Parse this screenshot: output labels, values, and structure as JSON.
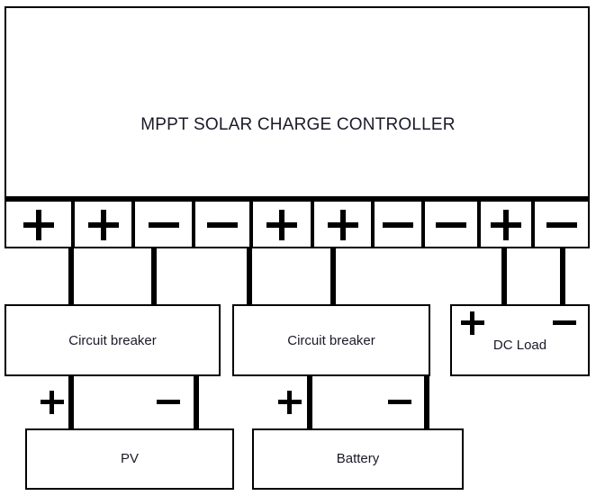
{
  "diagram": {
    "title": "MPPT SOLAR CHARGE CONTROLLER",
    "controller": {
      "label": "MPPT SOLAR CHARGE CONTROLLER"
    },
    "terminals": [
      {
        "id": "t1",
        "sign": "+",
        "icon": "plus-icon"
      },
      {
        "id": "t2",
        "sign": "+",
        "icon": "plus-icon"
      },
      {
        "id": "t3",
        "sign": "−",
        "icon": "minus-icon"
      },
      {
        "id": "t4",
        "sign": "−",
        "icon": "minus-icon"
      },
      {
        "id": "t5",
        "sign": "+",
        "icon": "plus-icon"
      },
      {
        "id": "t6",
        "sign": "+",
        "icon": "plus-icon"
      },
      {
        "id": "t7",
        "sign": "−",
        "icon": "minus-icon"
      },
      {
        "id": "t8",
        "sign": "−",
        "icon": "minus-icon"
      },
      {
        "id": "t9",
        "sign": "+",
        "icon": "plus-icon"
      },
      {
        "id": "t10",
        "sign": "−",
        "icon": "minus-icon"
      }
    ],
    "nodes": {
      "breaker_pv": "Circuit breaker",
      "breaker_battery": "Circuit breaker",
      "dc_load": "DC Load",
      "pv": "PV",
      "battery": "Battery"
    },
    "polarity_marks": {
      "pv_plus": "+",
      "pv_minus": "−",
      "battery_plus": "+",
      "battery_minus": "−",
      "dcload_plus": "+",
      "dcload_minus": "−"
    },
    "colors": {
      "line": "#000000",
      "text": "#1a1a28",
      "background": "#ffffff"
    }
  }
}
